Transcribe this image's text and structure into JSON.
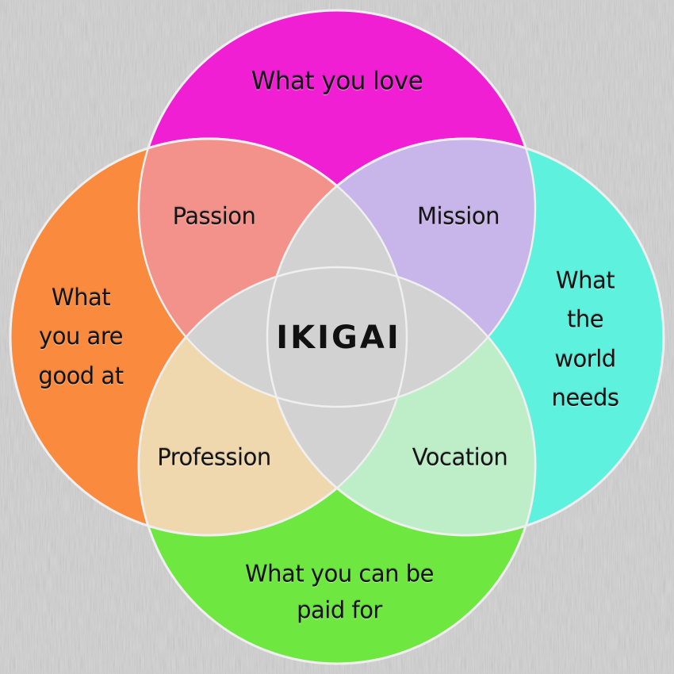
{
  "diagram": {
    "title": "IKIGAI",
    "circles": [
      {
        "id": "love",
        "label": "What you love",
        "color": "#f01fd4"
      },
      {
        "id": "good",
        "label": "What\nyou are\ngood at",
        "color": "#f98a3e"
      },
      {
        "id": "world",
        "label": "What\nthe world\nneeds",
        "color": "#5ef1de"
      },
      {
        "id": "paid",
        "label": "What you can be\npaid for",
        "color": "#6ee840"
      }
    ],
    "intersections": [
      {
        "id": "passion",
        "label": "Passion",
        "between": [
          "love",
          "good"
        ],
        "color": "#f2928a"
      },
      {
        "id": "mission",
        "label": "Mission",
        "between": [
          "love",
          "world"
        ],
        "color": "#c8b5ea"
      },
      {
        "id": "profession",
        "label": "Profession",
        "between": [
          "good",
          "paid"
        ],
        "color": "#f0d8ae"
      },
      {
        "id": "vocation",
        "label": "Vocation",
        "between": [
          "world",
          "paid"
        ],
        "color": "#bdeec7"
      }
    ],
    "background_color": "#d4d4d4",
    "center_color": "#d0d0d0"
  }
}
